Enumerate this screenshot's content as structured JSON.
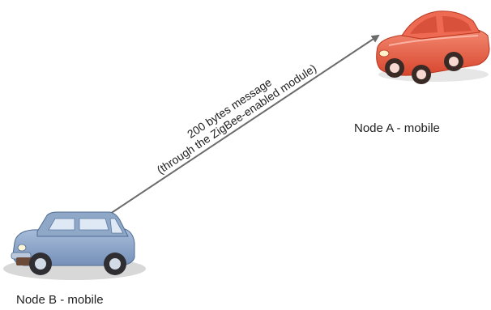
{
  "diagram": {
    "node_a": {
      "label": "Node A - mobile"
    },
    "node_b": {
      "label": "Node B - mobile"
    },
    "edge": {
      "line1": "200 bytes message",
      "line2": "(through the ZigBee-enabled module)"
    },
    "colors": {
      "car_a_body": "#e8604a",
      "car_b_body": "#8fa8c8",
      "arrow": "#6b6b6b",
      "shadow": "#d8d8d8"
    }
  }
}
